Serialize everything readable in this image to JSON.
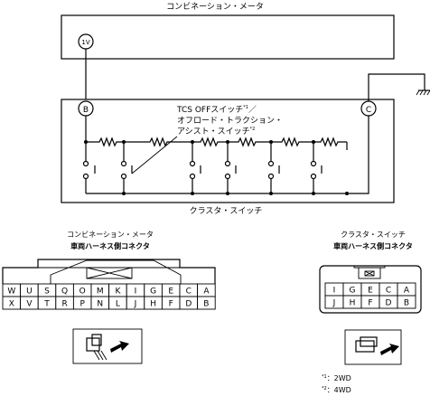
{
  "meter": {
    "title": "コンビネーション・メータ",
    "terminal": "1V"
  },
  "switch_unit": {
    "title": "クラスタ・スイッチ",
    "terminal_b": "B",
    "terminal_c": "C",
    "label_line1": "TCS OFFスイッチ",
    "label_note1": "*1",
    "label_slash": "／",
    "label_line2": "オフロード・トラクション・",
    "label_line3": "アシスト・スイッチ",
    "label_note2": "*2"
  },
  "meter_connector": {
    "title_line1": "コンビネーション・メータ",
    "title_line2": "車両ハーネス側コネクタ",
    "top_row": [
      "W",
      "U",
      "S",
      "Q",
      "O",
      "M",
      "K",
      "I",
      "G",
      "E",
      "C",
      "A"
    ],
    "bottom_row": [
      "X",
      "V",
      "T",
      "R",
      "P",
      "N",
      "L",
      "J",
      "H",
      "F",
      "D",
      "B"
    ]
  },
  "switch_connector": {
    "title_line1": "クラスタ・スイッチ",
    "title_line2": "車両ハーネス側コネクタ",
    "top_row": [
      "I",
      "G",
      "E",
      "C",
      "A"
    ],
    "bottom_row": [
      "J",
      "H",
      "F",
      "D",
      "B"
    ]
  },
  "notes": {
    "n1_mark": "*1",
    "n1_text": "：2WD",
    "n2_mark": "*2",
    "n2_text": "：4WD"
  }
}
